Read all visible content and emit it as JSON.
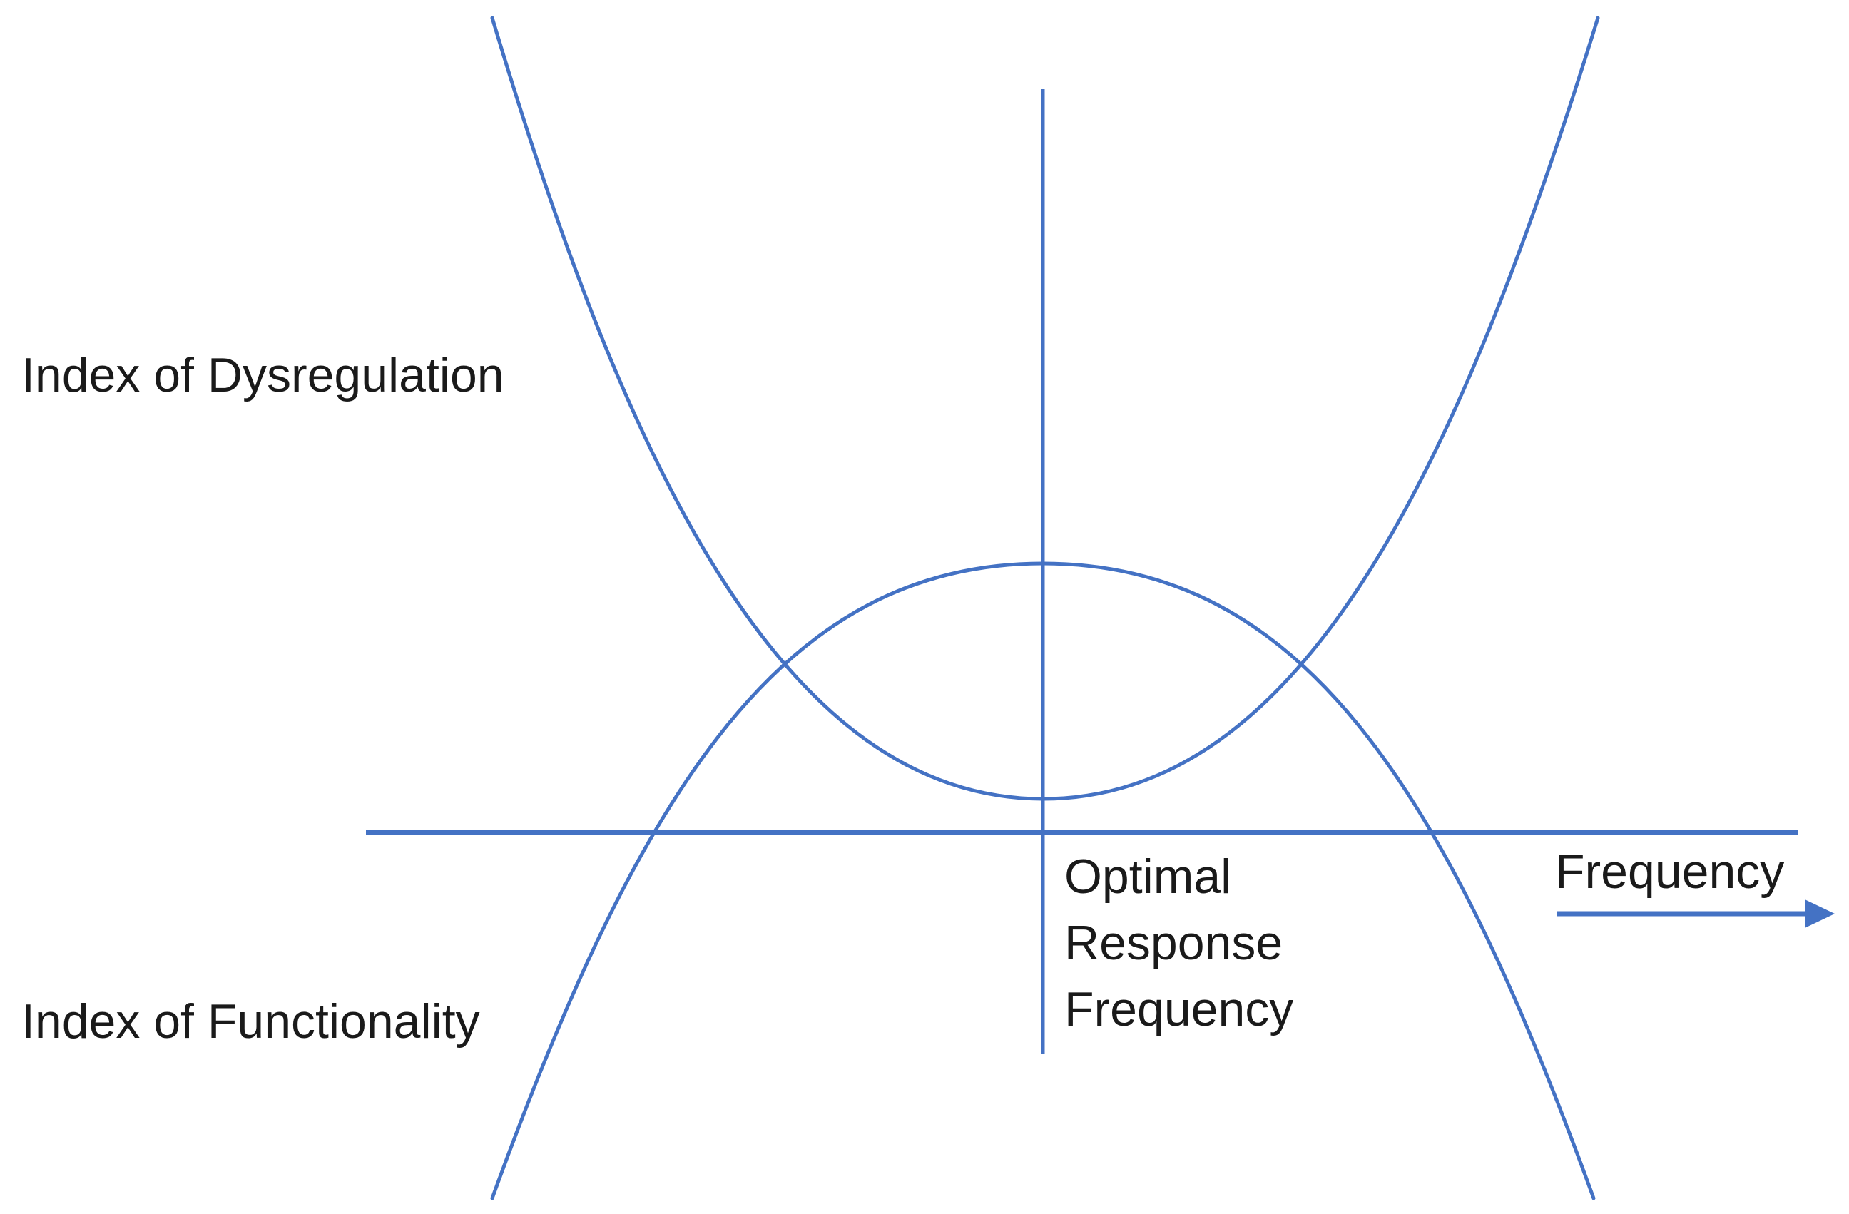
{
  "figure": {
    "background_color": "#ffffff",
    "line_color": "#4472C4",
    "text_color": "#1a1a1a",
    "labels": {
      "dysregulation": "Index of Dysregulation",
      "functionality": "Index of Functionality",
      "optimal_line1": "Optimal",
      "optimal_line2": "Response",
      "optimal_line3": "Frequency",
      "frequency_axis": "Frequency"
    },
    "curves": [
      {
        "label": "Index of Dysregulation",
        "shape": "U-shaped, minimum at the optimal response frequency line, slightly above the horizontal axis"
      },
      {
        "label": "Index of Functionality",
        "shape": "inverted-U, maximum at the optimal response frequency line, arms crossing below the horizontal axis"
      }
    ],
    "axes": {
      "horizontal_axis": "unlabeled frequency axis with arrow to the right",
      "vertical_reference_line": "Optimal Response Frequency"
    }
  }
}
